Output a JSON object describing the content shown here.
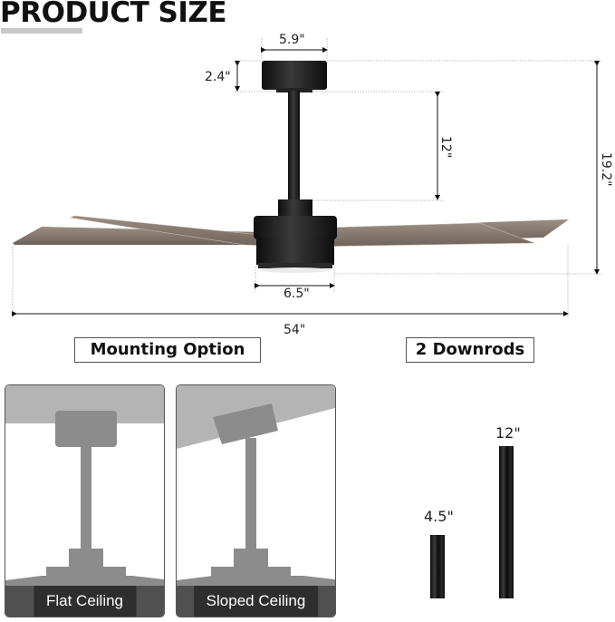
{
  "header": {
    "title": "PRODUCT SIZE"
  },
  "dimensions": {
    "canopy_width": "5.9\"",
    "canopy_height": "2.4\"",
    "downrod_length": "12\"",
    "total_height": "19.2\"",
    "motor_width": "6.5\"",
    "blade_span": "54\""
  },
  "sections": {
    "mounting_label": "Mounting Option",
    "downrods_label": "2 Downrods"
  },
  "mounting_options": [
    {
      "label": "Flat Ceiling"
    },
    {
      "label": "Sloped Ceiling"
    }
  ],
  "downrods": [
    {
      "label": "4.5\""
    },
    {
      "label": "12\""
    }
  ],
  "colors": {
    "fan_body": "#1c1c1c",
    "blade_wood": "#8a7c72",
    "silhouette": "#8c8c8c",
    "ceiling": "#b4b4b4",
    "caption_bg": "#505050",
    "caption_inner": "#2e2e2e"
  }
}
